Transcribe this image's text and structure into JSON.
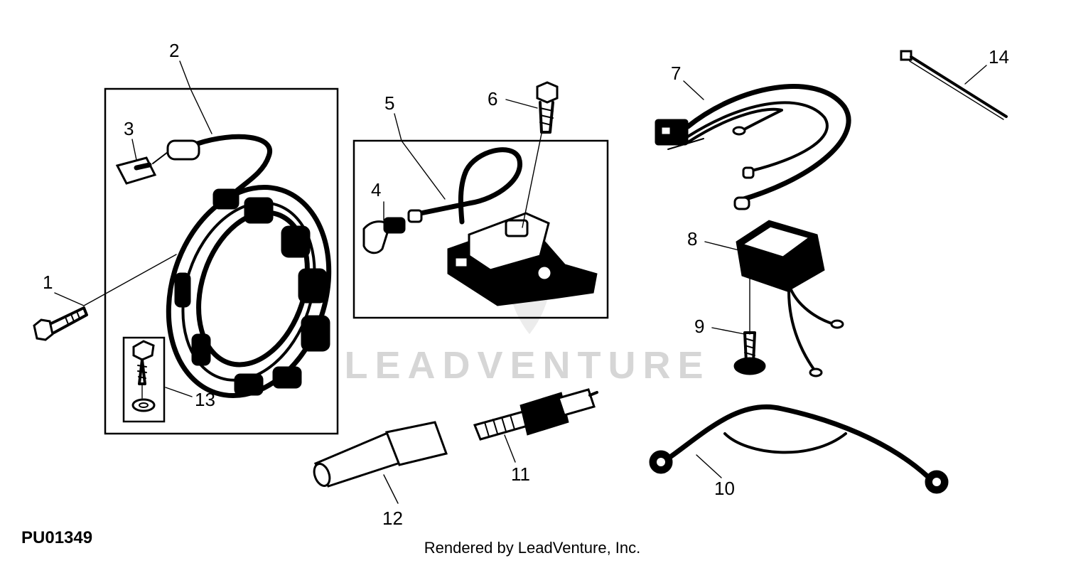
{
  "diagram_id": "PU01349",
  "credit": "Rendered by LeadVenture, Inc.",
  "watermark": "LEADVENTURE",
  "callouts": [
    "1",
    "2",
    "3",
    "4",
    "5",
    "6",
    "7",
    "8",
    "9",
    "10",
    "11",
    "12",
    "13",
    "14"
  ],
  "colors": {
    "ink": "#000000",
    "background": "#ffffff",
    "watermark": "#d6d6d6"
  }
}
